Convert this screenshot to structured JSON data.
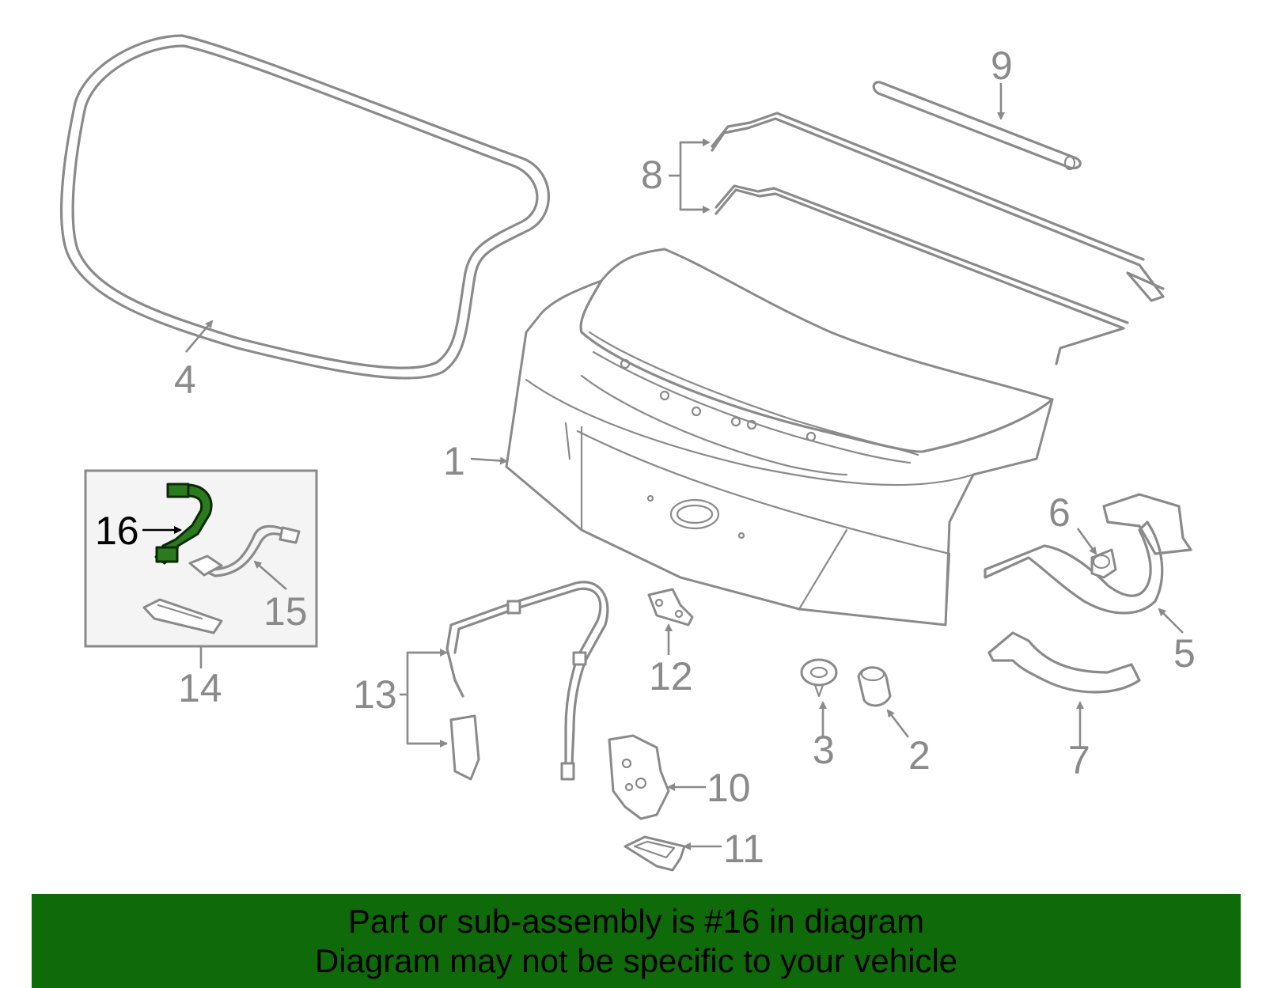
{
  "callouts": {
    "c1": "1",
    "c2": "2",
    "c3": "3",
    "c4": "4",
    "c5": "5",
    "c6": "6",
    "c7": "7",
    "c8": "8",
    "c9": "9",
    "c10": "10",
    "c11": "11",
    "c12": "12",
    "c13": "13",
    "c14": "14",
    "c15": "15",
    "c16": "16"
  },
  "highlighted_part": "16",
  "colors": {
    "line": "#8a8a8a",
    "highlight": "#2c7a1e",
    "banner": "#0f6b0a",
    "inset": "#f4f4f4"
  },
  "banner": {
    "line1": "Part or sub-assembly is #16 in diagram",
    "line2": "Diagram may not be specific to your vehicle"
  }
}
